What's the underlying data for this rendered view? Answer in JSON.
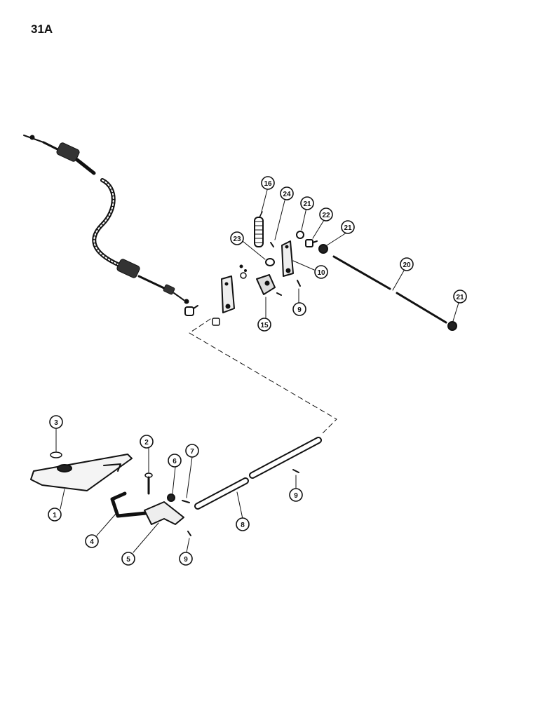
{
  "page": {
    "label": "31A"
  },
  "callouts": [
    {
      "id": "c1",
      "label": "1"
    },
    {
      "id": "c2",
      "label": "2"
    },
    {
      "id": "c3",
      "label": "3"
    },
    {
      "id": "c4",
      "label": "4"
    },
    {
      "id": "c5",
      "label": "5"
    },
    {
      "id": "c6",
      "label": "6"
    },
    {
      "id": "c7",
      "label": "7"
    },
    {
      "id": "c8",
      "label": "8"
    },
    {
      "id": "c9a",
      "label": "9"
    },
    {
      "id": "c9b",
      "label": "9"
    },
    {
      "id": "c9c",
      "label": "9"
    },
    {
      "id": "c10",
      "label": "10"
    },
    {
      "id": "c15",
      "label": "15"
    },
    {
      "id": "c16",
      "label": "16"
    },
    {
      "id": "c20",
      "label": "20"
    },
    {
      "id": "c21a",
      "label": "21"
    },
    {
      "id": "c21b",
      "label": "21"
    },
    {
      "id": "c21c",
      "label": "21"
    },
    {
      "id": "c22",
      "label": "22"
    },
    {
      "id": "c23",
      "label": "23"
    },
    {
      "id": "c24",
      "label": "24"
    }
  ],
  "colors": {
    "ink": "#111111",
    "paper": "#ffffff"
  }
}
